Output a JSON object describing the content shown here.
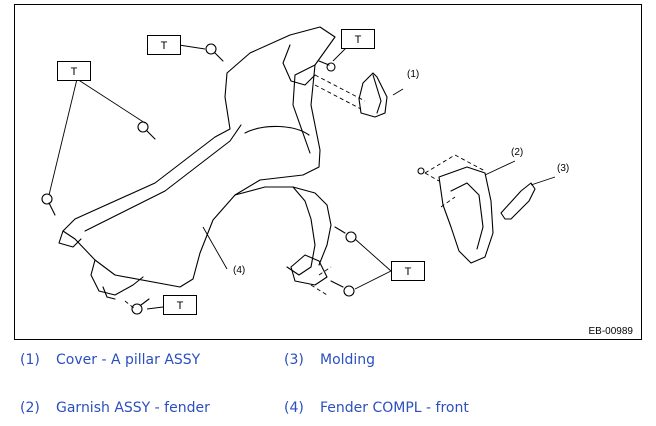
{
  "figure": {
    "drawing_code": "EB-00989",
    "torque_label": "T",
    "callouts": [
      "(1)",
      "(2)",
      "(3)",
      "(4)"
    ]
  },
  "legend": [
    {
      "num": "(1)",
      "text": "Cover - A pillar ASSY"
    },
    {
      "num": "(3)",
      "text": "Molding"
    },
    {
      "num": "(2)",
      "text": "Garnish ASSY - fender"
    },
    {
      "num": "(4)",
      "text": "Fender COMPL - front"
    }
  ],
  "colors": {
    "legend_text": "#2b4fbf",
    "line": "#000000"
  }
}
